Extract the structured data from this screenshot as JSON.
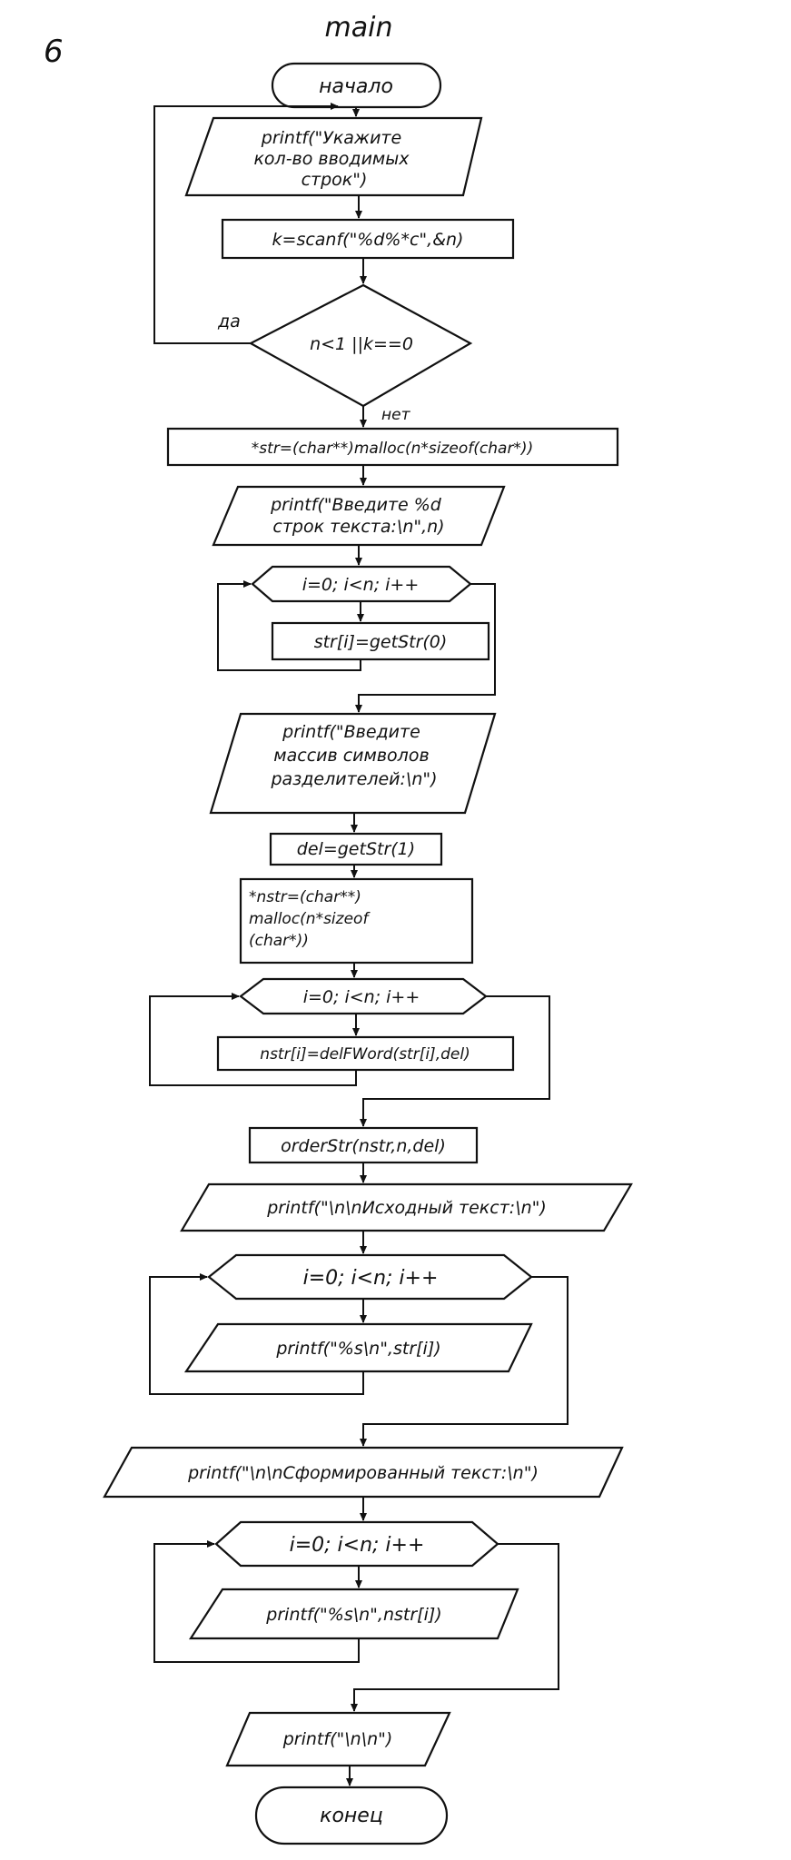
{
  "page_number": "6",
  "function_name": "main",
  "start_label": "начало",
  "end_label": "конец",
  "loop_back_label": "да",
  "exit_label": "нет",
  "nodes": {
    "prompt_count": [
      "printf(\"Укажите",
      "кол-во вводимых",
      "строк\")"
    ],
    "scan_count": "k=scanf(\"%d%*c\",&n)",
    "condition": "n<1 ||k==0",
    "alloc_str": "*str=(char**)malloc(n*sizeof(char*))",
    "prompt_text": [
      "printf(\"Введите %d",
      "строк текста:\\n\",n)"
    ],
    "loop1": "i=0; i<n; i++",
    "read_str": "str[i]=getStr(0)",
    "prompt_delims": [
      "printf(\"Введите",
      "массив символов",
      "разделителей:\\n\")"
    ],
    "read_delims": "del=getStr(1)",
    "alloc_nstr": [
      "*nstr=(char**)",
      "malloc(n*sizeof",
      "(char*))"
    ],
    "loop2": "i=0; i<n; i++",
    "del_first_word": "nstr[i]=delFWord(str[i],del)",
    "order": "orderStr(nstr,n,del)",
    "print_source_header": "printf(\"\\n\\nИсходный текст:\\n\")",
    "loop3": "i=0; i<n; i++",
    "print_str": "printf(\"%s\\n\",str[i])",
    "print_result_header": "printf(\"\\n\\nСформированный текст:\\n\")",
    "loop4": "i=0; i<n; i++",
    "print_nstr": "printf(\"%s\\n\",nstr[i])",
    "print_newlines": "printf(\"\\n\\n\")"
  },
  "colors": {
    "ink": "#111111",
    "paper": "#ffffff"
  }
}
